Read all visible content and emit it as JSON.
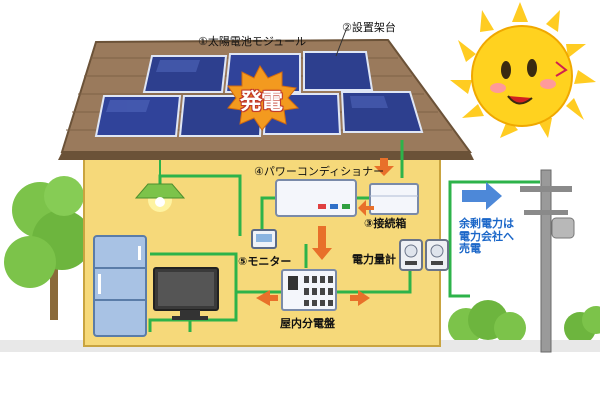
{
  "labels": {
    "solar_module": "①太陽電池モジュール",
    "mount": "②設置架台",
    "junction_box": "③接続箱",
    "power_conditioner": "④パワーコンディショナー",
    "monitor": "⑤モニター",
    "meter": "電力量計",
    "distribution_board": "屋内分電盤",
    "surplus": "余剰電力は\n電力会社へ\n売電",
    "generation": "発電"
  },
  "colors": {
    "wall": "#f6d97a",
    "roof": "#9a7a5c",
    "panel": "#2d3f8e",
    "wire": "#2db34a",
    "arrow": "#e8702a",
    "sell_arrow": "#4d88d8",
    "sun": "#ffd21f"
  }
}
